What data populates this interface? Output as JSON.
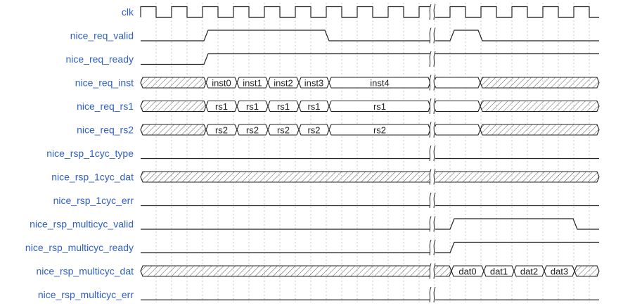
{
  "colors": {
    "label": "#2f5fc8",
    "wave": "#222222",
    "grid": "#c8c8c8",
    "hatch": "#555555"
  },
  "signals": [
    {
      "name": "clk",
      "type": "clock"
    },
    {
      "name": "nice_req_valid",
      "type": "bit",
      "wave": "0 1 . . . . . 0 . . . . | . 1 0 . . . . ."
    },
    {
      "name": "nice_req_ready",
      "type": "bit",
      "wave": "0 1 . . . . . . . . . . | . . . . . . . ."
    },
    {
      "name": "nice_req_inst",
      "type": "bus",
      "values": [
        "inst0",
        "inst1",
        "inst2",
        "inst3",
        "inst4"
      ]
    },
    {
      "name": "nice_req_rs1",
      "type": "bus",
      "values": [
        "rs1",
        "rs1",
        "rs1",
        "rs1",
        "rs1"
      ]
    },
    {
      "name": "nice_req_rs2",
      "type": "bus",
      "values": [
        "rs2",
        "rs2",
        "rs2",
        "rs2",
        "rs2"
      ]
    },
    {
      "name": "nice_rsp_1cyc_type",
      "type": "bit",
      "wave": "0"
    },
    {
      "name": "nice_rsp_1cyc_dat",
      "type": "bus",
      "values": []
    },
    {
      "name": "nice_rsp_1cyc_err",
      "type": "bit",
      "wave": "0"
    },
    {
      "name": "nice_rsp_multicyc_valid",
      "type": "bit",
      "wave": "0 . . . . . . . . . . . | 1 . . . . 0"
    },
    {
      "name": "nice_rsp_multicyc_ready",
      "type": "bit",
      "wave": "0 . . . . . . . . . . . | 1 . . . . . ."
    },
    {
      "name": "nice_rsp_multicyc_dat",
      "type": "bus",
      "values": [
        "dat0",
        "dat1",
        "dat2",
        "dat3"
      ]
    },
    {
      "name": "nice_rsp_multicyc_err",
      "type": "bit",
      "wave": "0"
    }
  ]
}
